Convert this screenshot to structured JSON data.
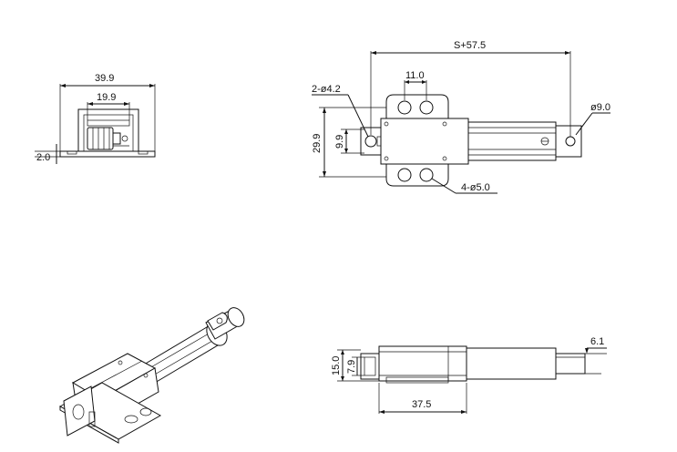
{
  "dimensions": {
    "front_width_total": "39.9",
    "front_width_inner": "19.9",
    "front_base_thickness": "2.0",
    "top_length": "S+57.5",
    "top_hole_spacing": "11.0",
    "top_small_holes": "2-ø4.2",
    "top_rod_end": "ø9.0",
    "top_height_total": "29.9",
    "top_height_inner": "9.9",
    "top_large_holes": "4-ø5.0",
    "side_height_total": "15.0",
    "side_height_inner": "7.9",
    "side_rod_diameter": "6.1",
    "side_body_length": "37.5"
  }
}
